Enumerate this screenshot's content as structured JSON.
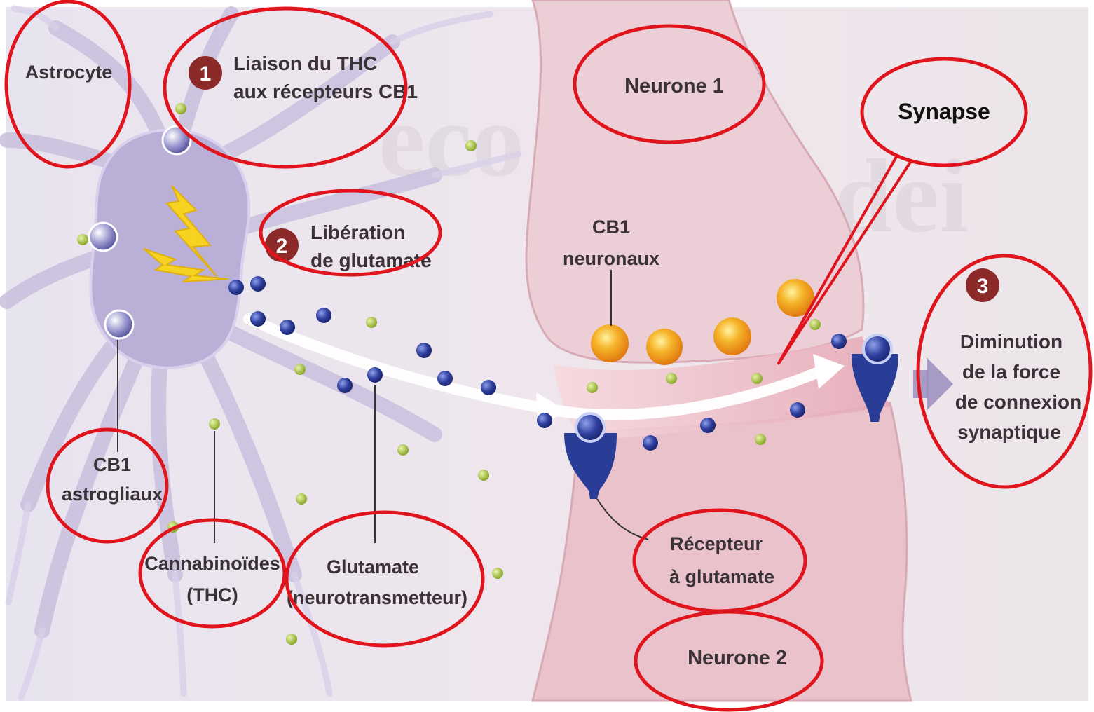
{
  "labels": {
    "astrocyte": "Astrocyte",
    "step1_number": "1",
    "step1_line1": "Liaison du THC",
    "step1_line2": "aux récepteurs CB1",
    "step2_number": "2",
    "step2_line1": "Libération",
    "step2_line2": "de glutamate",
    "step3_number": "3",
    "step3_line1": "Diminution",
    "step3_line2": "de la force",
    "step3_line3": "de connexion",
    "step3_line4": "synaptique",
    "neurone1": "Neurone 1",
    "neurone2": "Neurone 2",
    "synapse": "Synapse",
    "cb1_neuronaux_line1": "CB1",
    "cb1_neuronaux_line2": "neuronaux",
    "cb1_astro_line1": "CB1",
    "cb1_astro_line2": "astrogliaux",
    "cannabinoides_line1": "Cannabinoïdes",
    "cannabinoides_line2": "(THC)",
    "glutamate_line1": "Glutamate",
    "glutamate_line2": "(neurotransmetteur)",
    "recepteur_line1": "Récepteur",
    "recepteur_line2": "à glutamate"
  },
  "colors": {
    "highlight_ring": "#e0141c",
    "step_badge": "#8c2a2a",
    "astrocyte_body": "#bdb3d9",
    "neuron_body": "#ecc4cc",
    "glutamate": "#2f3f9e",
    "thc": "#a6c23a",
    "cb1_neuronal": "#f2a21e",
    "receptor": "#2a3d96",
    "arrow": "#9a8ec0"
  }
}
